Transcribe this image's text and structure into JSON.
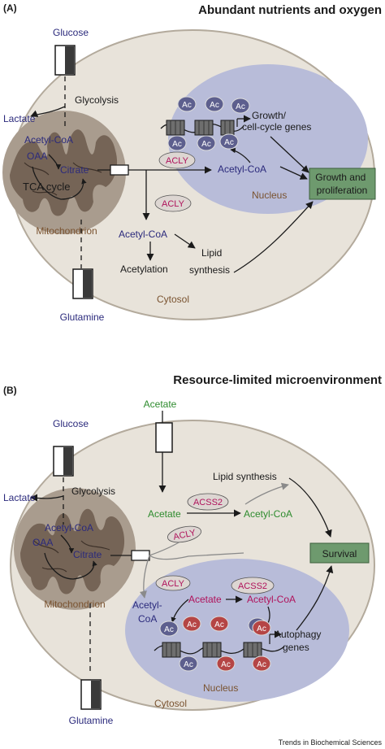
{
  "panelA": {
    "label": "(A)",
    "title": "Abundant nutrients and oxygen",
    "glucose": "Glucose",
    "glycolysis": "Glycolysis",
    "lactate": "Lactate",
    "acetyl_coa_mito": "Acetyl-CoA",
    "oaa": "OAA",
    "citrate": "Citrate",
    "tca": "TCA cycle",
    "mitochondrion": "Mitochondrion",
    "glutamine": "Glutamine",
    "cytosol": "Cytosol",
    "nucleus": "Nucleus",
    "acly": "ACLY",
    "acetyl_coa_nuc": "Acetyl-CoA",
    "acetyl_coa_cyto": "Acetyl-CoA",
    "acetylation": "Acetylation",
    "lipid_synthesis": "Lipid\nsynthesis",
    "genes": "Growth/\ncell-cycle genes",
    "outcome": "Growth and\nproliferation",
    "ac": "Ac"
  },
  "panelB": {
    "label": "(B)",
    "title": "Resource-limited microenvironment",
    "acetate_ext": "Acetate",
    "glucose": "Glucose",
    "glycolysis": "Glycolysis",
    "lactate": "Lactate",
    "acetyl_coa_mito": "Acetyl-CoA",
    "oaa": "OAA",
    "citrate": "Citrate",
    "mitochondrion": "Mitochondrion",
    "glutamine": "Glutamine",
    "cytosol": "Cytosol",
    "nucleus": "Nucleus",
    "lipid_synthesis": "Lipid synthesis",
    "acetate_cyto": "Acetate",
    "acss2": "ACSS2",
    "acetyl_coa_cyto": "Acetyl-CoA",
    "acly": "ACLY",
    "acetyl_coa_nuc_left": "Acetyl-\nCoA",
    "acetate_nuc": "Acetate",
    "acetyl_coa_nuc": "Acetyl-CoA",
    "genes": "Autophagy\ngenes",
    "outcome": "Survival",
    "ac": "Ac"
  },
  "footer": "Trends in Biochemical Sciences",
  "colors": {
    "cell": "#e8e3da",
    "cell_stroke": "#b3aa9c",
    "nucleus": "#b8bcd9",
    "mito_outer": "#a99c8e",
    "mito_inner": "#6c5b4c",
    "outcome_box": "#6e9a6e",
    "ac_blue": "#5d5f8e",
    "ac_red": "#b54545",
    "enzyme_oval": "#ddd6d2"
  }
}
